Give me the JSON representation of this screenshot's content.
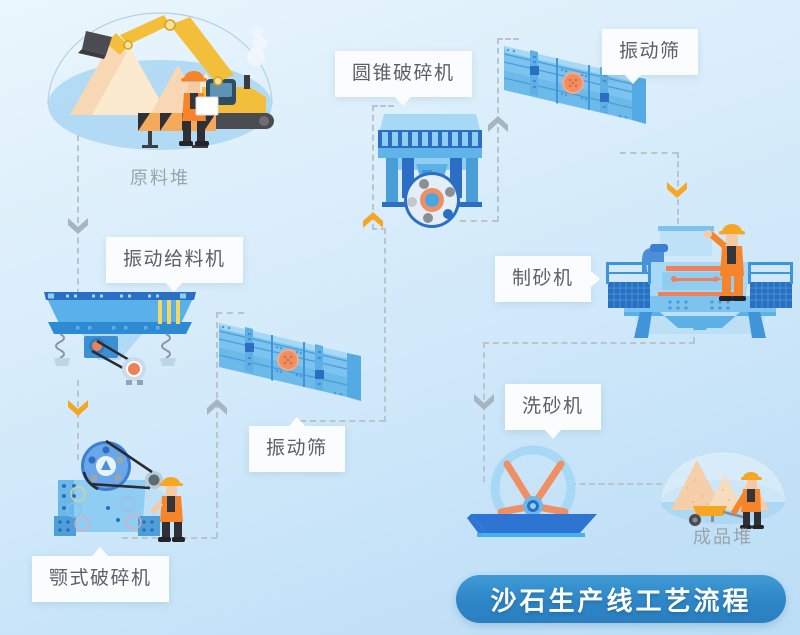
{
  "page": {
    "title": "沙石生产线工艺流程",
    "background_top": "#eaf6fd",
    "background_bottom": "#bcdef6"
  },
  "banner": {
    "text": "沙石生产线工艺流程",
    "fill": "#2e86c6",
    "text_color": "#ffffff"
  },
  "nodes": [
    {
      "id": "raw-material-pile",
      "label": "原料堆",
      "label_style": "plain",
      "label_color": "#9aa3ab"
    },
    {
      "id": "vibrating-feeder",
      "label": "振动给料机",
      "label_style": "callout",
      "tail": "bottom"
    },
    {
      "id": "jaw-crusher",
      "label": "颚式破碎机",
      "label_style": "callout",
      "tail": "top"
    },
    {
      "id": "vibrating-screen-lower",
      "label": "振动筛",
      "label_style": "callout",
      "tail": "top"
    },
    {
      "id": "cone-crusher",
      "label": "圆锥破碎机",
      "label_style": "callout",
      "tail": "bottom"
    },
    {
      "id": "vibrating-screen-upper",
      "label": "振动筛",
      "label_style": "callout",
      "tail": "bottom-left"
    },
    {
      "id": "sand-maker",
      "label": "制砂机",
      "label_style": "callout",
      "tail": "right"
    },
    {
      "id": "sand-washer",
      "label": "洗砂机",
      "label_style": "callout",
      "tail": "bottom"
    },
    {
      "id": "finished-product-pile",
      "label": "成品堆",
      "label_style": "plain",
      "label_color": "#9aa3ab"
    }
  ],
  "arrows": [
    {
      "id": "arrow-feeder",
      "direction": "down",
      "color": "#a8b4be"
    },
    {
      "id": "arrow-jaw",
      "direction": "down",
      "color": "#f5a623"
    },
    {
      "id": "arrow-screen-lower",
      "direction": "up",
      "color": "#a8b4be"
    },
    {
      "id": "arrow-cone",
      "direction": "up",
      "color": "#f5a623"
    },
    {
      "id": "arrow-screen-upper",
      "direction": "up",
      "color": "#a8b4be"
    },
    {
      "id": "arrow-sand-maker",
      "direction": "down",
      "color": "#f5a623"
    },
    {
      "id": "arrow-sand-washer",
      "direction": "down",
      "color": "#a8b4be"
    }
  ],
  "palette": {
    "dashed_line": "#b9c4cd",
    "machine_blue_dark": "#2b6fc4",
    "machine_blue_mid": "#4a9ee0",
    "machine_blue_light": "#8fcdf2",
    "worker_orange": "#f5842b",
    "helmet_orange": "#f5a623",
    "sand_tan": "#f6cfa4",
    "accent_orange": "#ef8158"
  }
}
